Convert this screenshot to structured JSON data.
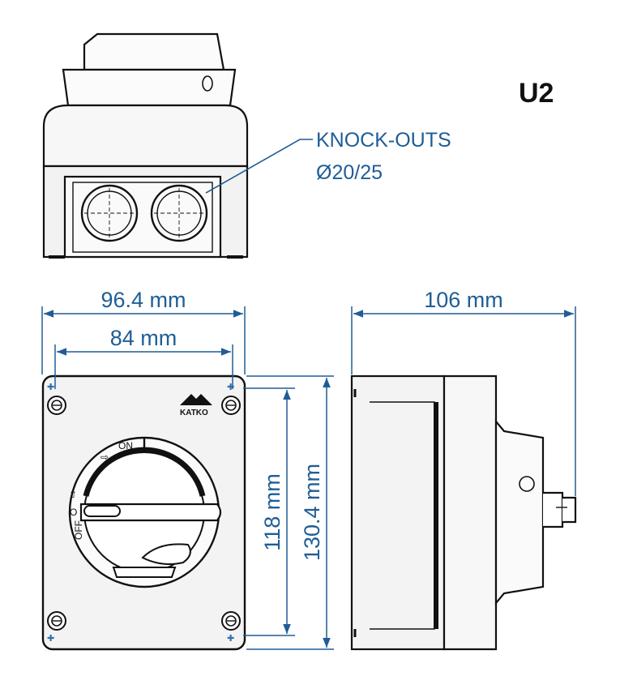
{
  "model_label": "U2",
  "brand_label": "KATKO",
  "callout": {
    "line1": "KNOCK-OUTS",
    "line2": "Ø20/25"
  },
  "dimensions": {
    "outer_width": "96.4 mm",
    "inner_width": "84 mm",
    "depth": "106 mm",
    "inner_height": "118 mm",
    "outer_height": "130.4 mm"
  },
  "switch_positions": {
    "on": "ON",
    "off": "OFF",
    "on_symbol": "I",
    "off_symbol": "O"
  },
  "colors": {
    "dimension_blue": "#1f5d96",
    "line_black": "#111111",
    "fill_gray": "#f4f4f4",
    "screw_blue": "#2f6fb0"
  }
}
